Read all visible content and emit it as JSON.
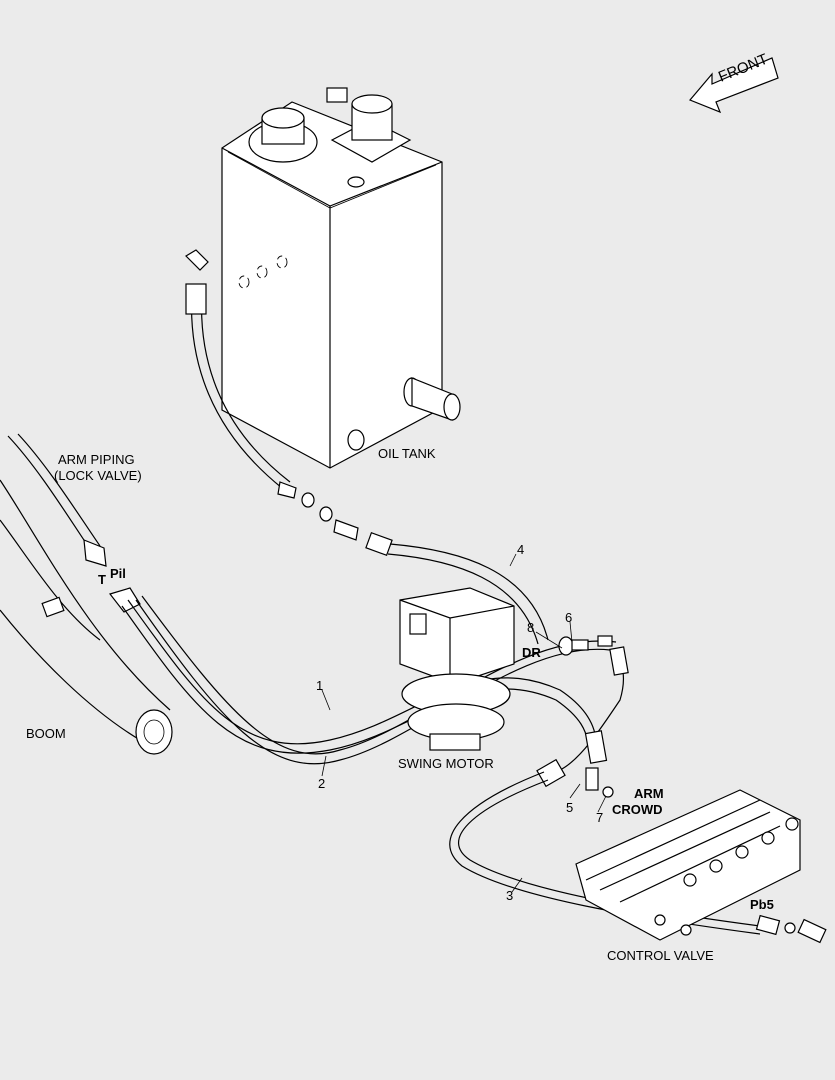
{
  "labels": {
    "front": "FRONT",
    "oil_tank": "OIL TANK",
    "arm_piping_line1": "ARM PIPING",
    "arm_piping_line2": "(LOCK VALVE)",
    "port_t": "T",
    "port_pil": "Pil",
    "boom": "BOOM",
    "swing_motor": "SWING MOTOR",
    "port_dr": "DR",
    "arm_crowd_line1": "ARM",
    "arm_crowd_line2": "CROWD",
    "port_pb5": "Pb5",
    "control_valve": "CONTROL VALVE"
  },
  "callouts": {
    "n1": "1",
    "n2": "2",
    "n3": "3",
    "n4": "4",
    "n5": "5",
    "n6": "6",
    "n7": "7",
    "n8": "8"
  }
}
